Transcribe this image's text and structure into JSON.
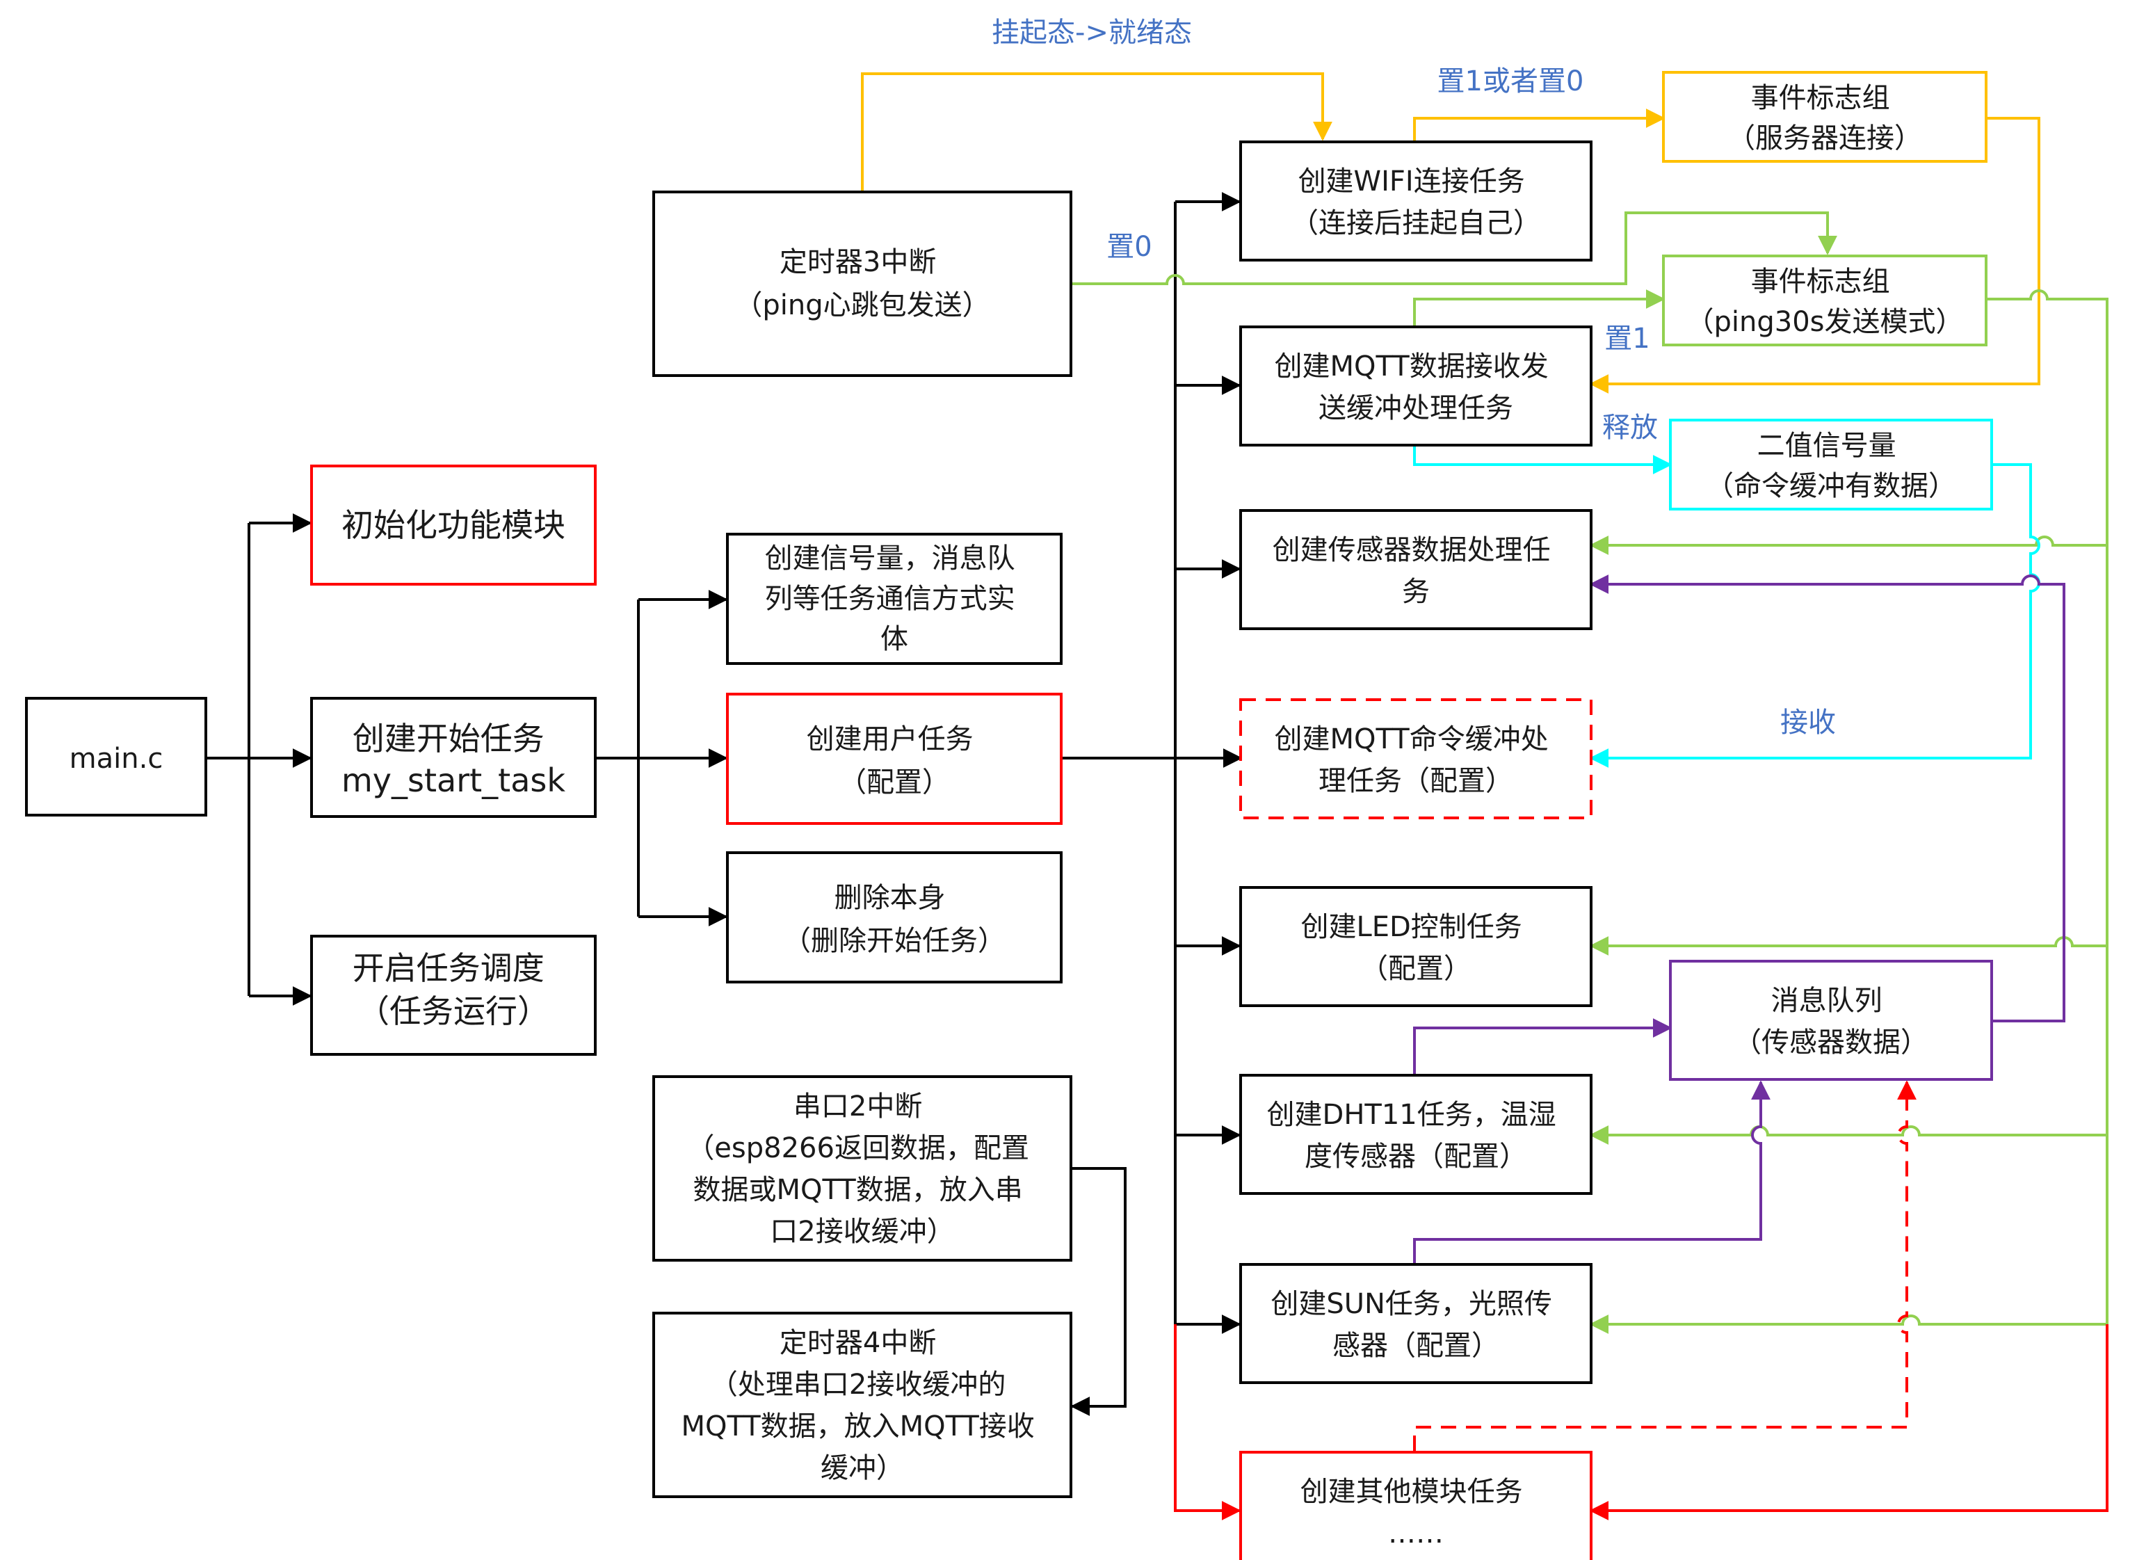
{
  "colors": {
    "black": "#000000",
    "red": "#ff0000",
    "orange": "#ffc000",
    "green": "#92d050",
    "cyan": "#00ffff",
    "purple": "#7030a0",
    "label_blue": "#4472c4"
  },
  "nodes": {
    "main": {
      "lines": [
        "main.c"
      ]
    },
    "init": {
      "lines": [
        "初始化功能模块"
      ]
    },
    "start": {
      "lines": [
        "创建开始任务",
        "my_start_task"
      ]
    },
    "sched": {
      "lines": [
        "开启任务调度",
        "（任务运行）"
      ]
    },
    "sem": {
      "lines": [
        "创建信号量，消息队",
        "列等任务通信方式实",
        "体"
      ]
    },
    "user": {
      "lines": [
        "创建用户任务",
        "（配置）"
      ]
    },
    "del": {
      "lines": [
        "删除本身",
        "（删除开始任务）"
      ]
    },
    "tim3": {
      "lines": [
        "定时器3中断",
        "（ping心跳包发送）"
      ]
    },
    "uart2": {
      "lines": [
        "串口2中断",
        "（esp8266返回数据，配置",
        "数据或MQTT数据，放入串",
        "口2接收缓冲）"
      ]
    },
    "tim4": {
      "lines": [
        "定时器4中断",
        "（处理串口2接收缓冲的",
        "MQTT数据，放入MQTT接收",
        "缓冲）"
      ]
    },
    "wifi": {
      "lines": [
        "创建WIFI连接任务",
        "（连接后挂起自己）"
      ]
    },
    "mqtt_rx": {
      "lines": [
        "创建MQTT数据接收发",
        "送缓冲处理任务"
      ]
    },
    "sensor": {
      "lines": [
        "创建传感器数据处理任",
        "务"
      ]
    },
    "mqtt_cmd": {
      "lines": [
        "创建MQTT命令缓冲处",
        "理任务（配置）"
      ]
    },
    "led": {
      "lines": [
        "创建LED控制任务",
        "（配置）"
      ]
    },
    "dht": {
      "lines": [
        "创建DHT11任务，温湿",
        "度传感器（配置）"
      ]
    },
    "sun": {
      "lines": [
        "创建SUN任务，光照传",
        "感器（配置）"
      ]
    },
    "other": {
      "lines": [
        "创建其他模块任务",
        "……"
      ]
    },
    "ev_server": {
      "lines": [
        "事件标志组",
        "（服务器连接）"
      ]
    },
    "ev_ping": {
      "lines": [
        "事件标志组",
        "（ping30s发送模式）"
      ]
    },
    "bin_sem": {
      "lines": [
        "二值信号量",
        "（命令缓冲有数据）"
      ]
    },
    "msg_queue": {
      "lines": [
        "消息队列",
        "（传感器数据）"
      ]
    }
  },
  "edge_labels": {
    "suspend_ready": "挂起态->就绪态",
    "set1_or_set0": "置1或者置0",
    "set0": "置0",
    "set1": "置1",
    "release": "释放",
    "receive": "接收"
  }
}
